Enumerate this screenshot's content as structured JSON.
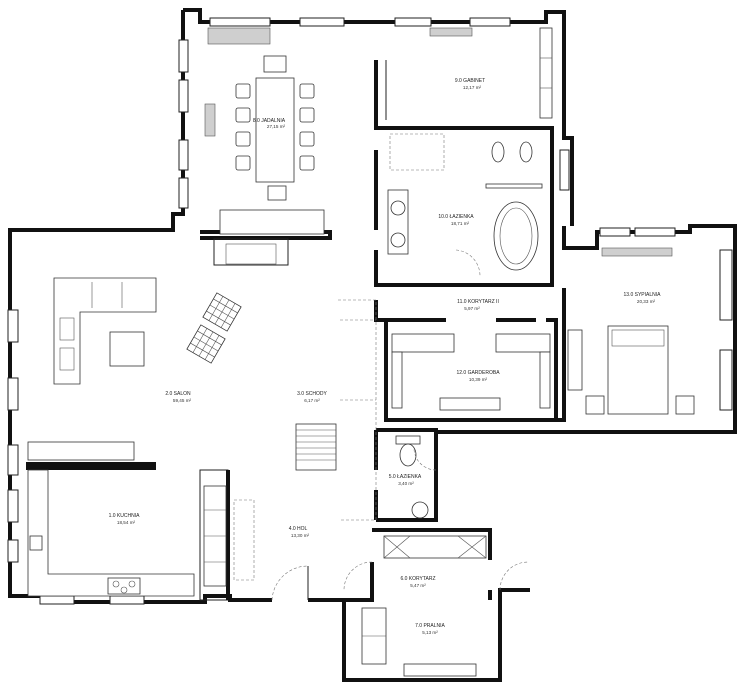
{
  "rooms": [
    {
      "id": "jadalnia",
      "label": "8.0  JADALNIA",
      "area": "27,15 m²"
    },
    {
      "id": "gabinet",
      "label": "9.0  GABINET",
      "area": "12,17 m²"
    },
    {
      "id": "lazienka1",
      "label": "10.0 ŁAZIENKA",
      "area": "18,71 m²"
    },
    {
      "id": "korytarz2",
      "label": "11.0 KORYTARZ II",
      "area": "5,97 m²"
    },
    {
      "id": "sypialnia",
      "label": "13.0 SYPIALNIA",
      "area": "20,33 m²"
    },
    {
      "id": "garderoba",
      "label": "12.0 GARDEROBA",
      "area": "10,39 m²"
    },
    {
      "id": "salon",
      "label": "2.0  SALON",
      "area": "59,45 m²"
    },
    {
      "id": "schody",
      "label": "3.0  SCHODY",
      "area": "6,17 m²"
    },
    {
      "id": "lazienka2",
      "label": "5.0  ŁAZIENKA",
      "area": "3,40 m²"
    },
    {
      "id": "kuchnia",
      "label": "1.0  KUCHNIA",
      "area": "18,54 m²"
    },
    {
      "id": "hol",
      "label": "4.0  HOL",
      "area": "13,30 m²"
    },
    {
      "id": "korytarz",
      "label": "6.0  KORYTARZ",
      "area": "5,47 m²"
    },
    {
      "id": "pralnia",
      "label": "7.0  PRALNIA",
      "area": "5,13 m²"
    }
  ]
}
